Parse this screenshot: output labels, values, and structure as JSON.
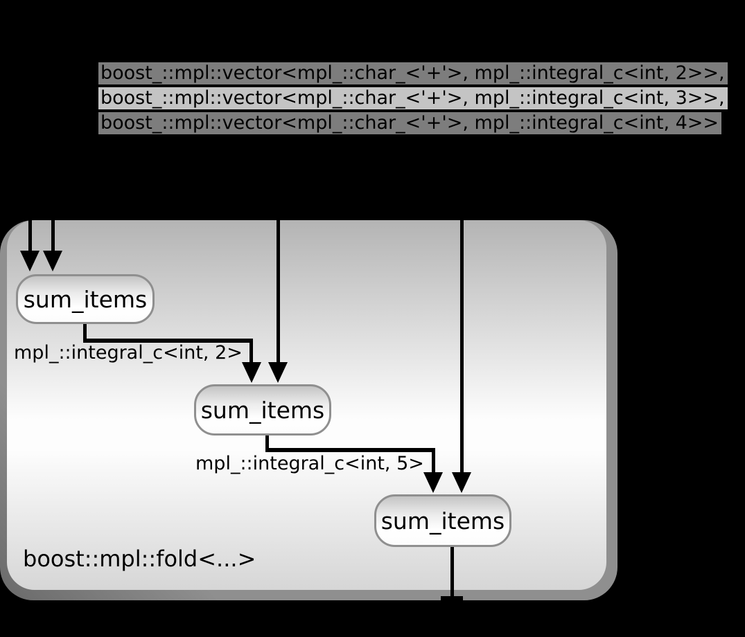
{
  "type_rows": {
    "items": [
      {
        "text": "boost_::mpl::vector<mpl_::char_<'+'>, mpl_::integral_c<int, 2>>,",
        "selected": false
      },
      {
        "text": "boost_::mpl::vector<mpl_::char_<'+'>, mpl_::integral_c<int, 3>>,",
        "selected": true
      },
      {
        "text": "boost_::mpl::vector<mpl_::char_<'+'>, mpl_::integral_c<int, 4>>",
        "selected": false
      }
    ]
  },
  "fold_cluster": {
    "label": "boost::mpl::fold<...>",
    "nodes": [
      {
        "label": "sum_items"
      },
      {
        "label": "sum_items"
      },
      {
        "label": "sum_items"
      }
    ],
    "edge_labels": [
      {
        "text": "mpl_::integral_c<int, 2>"
      },
      {
        "text": "mpl_::integral_c<int, 5>"
      }
    ]
  },
  "colors": {
    "background": "#000000",
    "row-bg": "#7d7d7d",
    "row-selected-bg": "#c4c4c4",
    "cluster-shadow": "#8f8f8f",
    "cluster-top": "#b4b4b4",
    "cluster-mid": "#fdfdfd",
    "cluster-bottom": "#d6d6d6",
    "node-border": "#8f8f8f",
    "node-top": "#c4c4c4",
    "edge": "#000000",
    "text": "#000000"
  }
}
